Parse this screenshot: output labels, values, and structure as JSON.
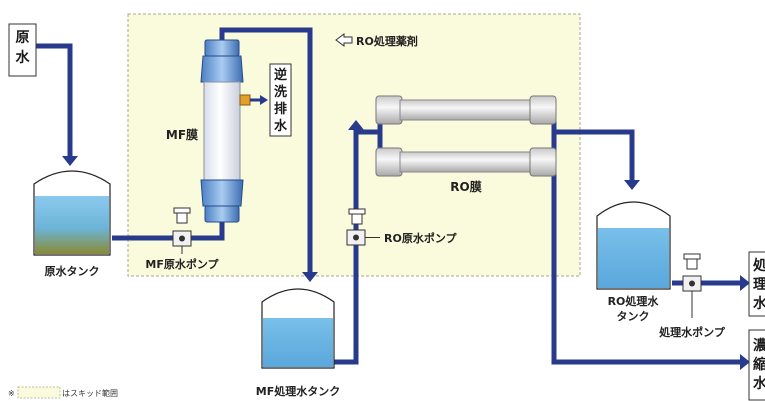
{
  "labels": {
    "raw_water": [
      "原",
      "水"
    ],
    "ro_chemical": "RO処理薬剤",
    "backwash": [
      "逆",
      "洗",
      "排",
      "水"
    ],
    "mf_membrane": "MF膜",
    "ro_membrane": "RO膜",
    "raw_tank": "原水タンク",
    "mf_pump": "MF原水ポンプ",
    "ro_pump": "RO原水ポンプ",
    "mf_tank": "MF処理水タンク",
    "ro_tank": [
      "RO処理水",
      "タンク"
    ],
    "treated_pump": "処理水ポンプ",
    "treated_water": [
      "処",
      "理",
      "水"
    ],
    "concentrate": [
      "濃",
      "縮",
      "水"
    ],
    "legend_prefix": "※",
    "legend_text": "はスキッド範囲"
  },
  "colors": {
    "pipe": "#283a8c",
    "skid_fill": "#fafadc",
    "skid_border": "#a8a88a",
    "water": "#6fb8e4",
    "sediment": "#8c8a3a"
  }
}
